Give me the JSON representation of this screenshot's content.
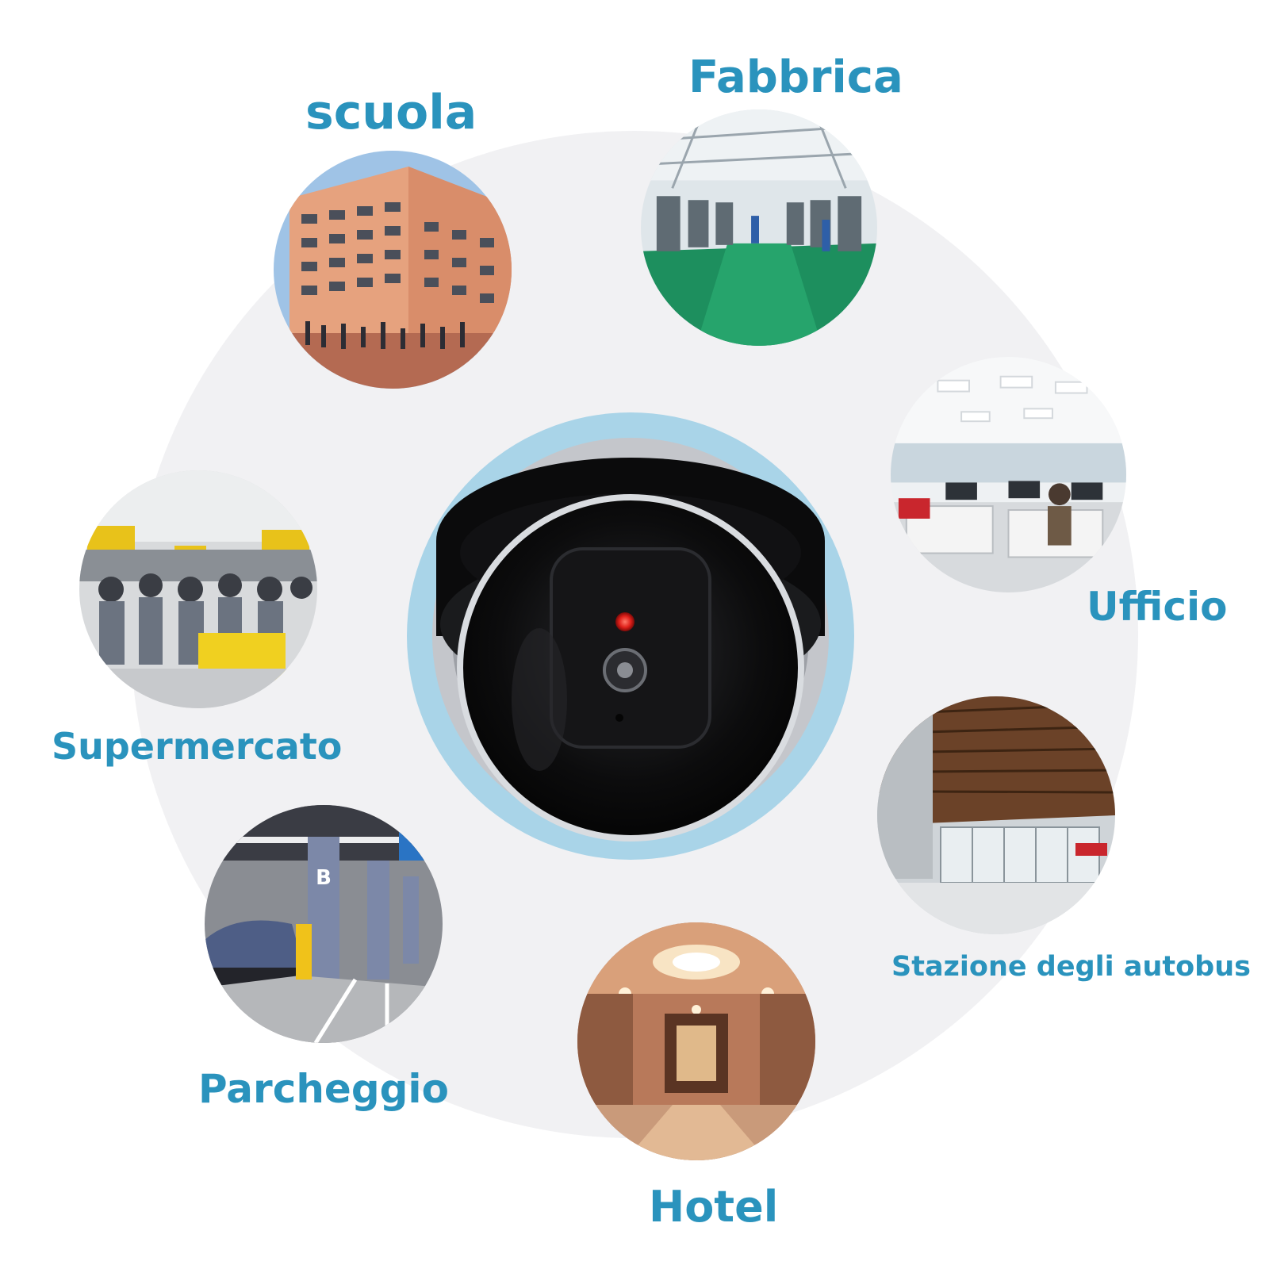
{
  "labels": {
    "school": "scuola",
    "factory": "Fabbrica",
    "office": "Ufficio",
    "supermarket": "Supermercato",
    "bus_station": "Stazione degli autobus",
    "parking": "Parcheggio",
    "hotel": "Hotel"
  },
  "colors": {
    "label": "#2a93bd",
    "halo": "#f1f1f3",
    "camera_ring": "#a9d4e8",
    "camera_body": "#0b0b0c",
    "led": "#e0201a"
  }
}
